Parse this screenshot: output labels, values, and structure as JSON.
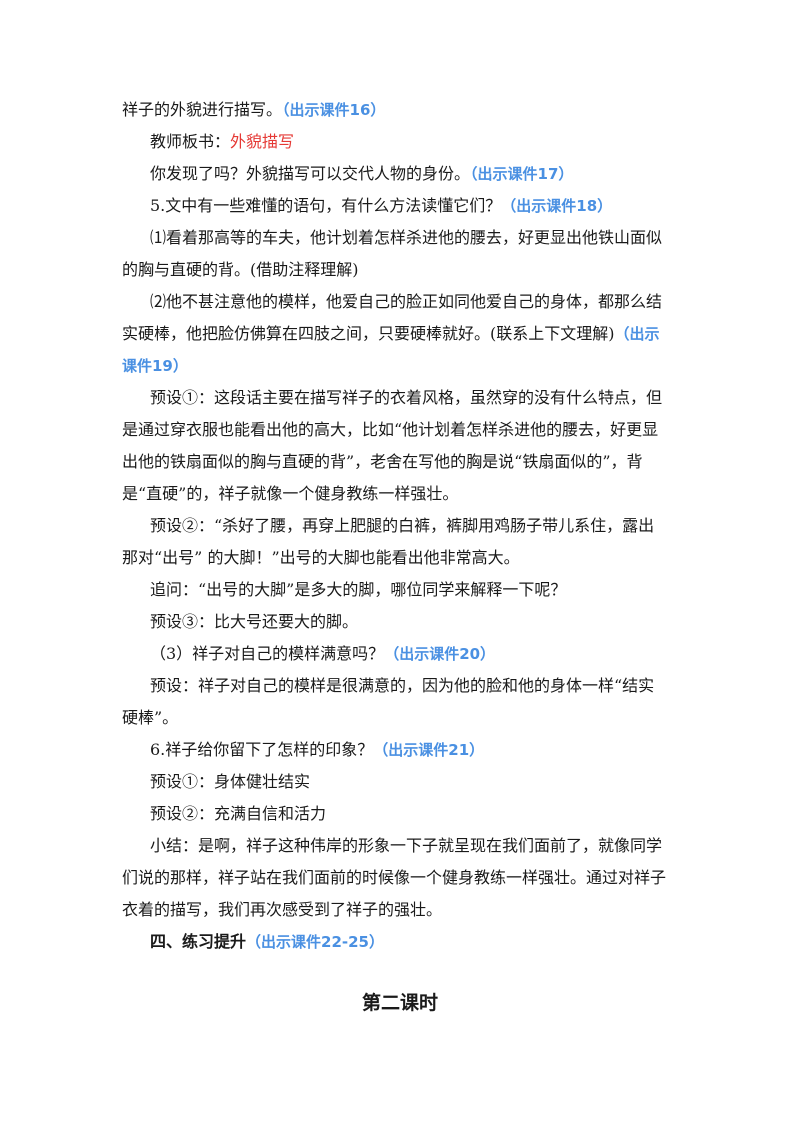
{
  "paragraphs": [
    {
      "text": "祥子的外貌进行描写。",
      "ref": "（出示课件16）"
    },
    {
      "label": "教师板书：",
      "highlight": "外貌描写"
    },
    {
      "text": "你发现了吗？外貌描写可以交代人物的身份。",
      "ref": "（出示课件17）"
    },
    {
      "text": "5.文中有一些难懂的语句，有什么方法读懂它们？",
      "ref": "（出示课件18）"
    },
    {
      "line1": "⑴看着那高等的车夫，他计划着怎样杀进他的腰去，好更显出他铁山面似",
      "line2": "的胸与直硬的背。(借助注释理解)"
    },
    {
      "line1": "⑵他不甚注意他的模样，他爱自己的脸正如同他爱自己的身体，都那么结",
      "line2": "实硬棒，他把脸仿佛算在四肢之间，只要硬棒就好。(联系上下文理解)",
      "ref": "（出示",
      "ref2": "课件19）"
    },
    {
      "lines": [
        "预设①：这段话主要在描写祥子的衣着风格，虽然穿的没有什么特点，但",
        "是通过穿衣服也能看出他的高大，比如“他计划着怎样杀进他的腰去，好更显",
        "出他的铁扇面似的胸与直硬的背”，老舍在写他的胸是说“铁扇面似的”，背",
        "是“直硬”的，祥子就像一个健身教练一样强壮。"
      ]
    },
    {
      "lines": [
        "预设②：“杀好了腰，再穿上肥腿的白裤，裤脚用鸡肠子带儿系住，露出",
        "那对“出号” 的大脚！”出号的大脚也能看出他非常高大。"
      ]
    },
    {
      "text": "追问：“出号的大脚”是多大的脚，哪位同学来解释一下呢？"
    },
    {
      "text": "预设③：比大号还要大的脚。"
    },
    {
      "text": "（3）祥子对自己的模样满意吗？",
      "ref": "（出示课件20）"
    },
    {
      "lines": [
        "预设：祥子对自己的模样是很满意的，因为他的脸和他的身体一样“结实",
        "硬棒”。"
      ]
    },
    {
      "text": "6.祥子给你留下了怎样的印象？",
      "ref": "（出示课件21）"
    },
    {
      "text": "预设①：身体健壮结实"
    },
    {
      "text": "预设②：充满自信和活力"
    },
    {
      "lines": [
        "小结：是啊，祥子这种伟岸的形象一下子就呈现在我们面前了，就像同学",
        "们说的那样，祥子站在我们面前的时候像一个健身教练一样强壮。通过对祥子",
        "衣着的描写，我们再次感受到了祥子的强壮。"
      ]
    },
    {
      "heading": "四、练习提升",
      "ref": "（出示课件22-25）"
    }
  ],
  "lesson_title": "第二课时",
  "colors": {
    "ref": "#4a90e2",
    "highlight": "#e53935",
    "text": "#1a1a1a"
  }
}
